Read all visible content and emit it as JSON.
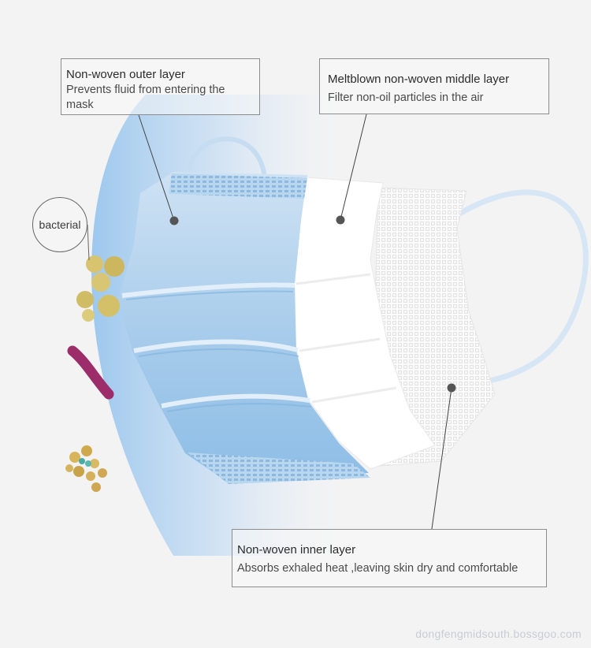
{
  "callouts": {
    "outer": {
      "title": "Non-woven outer layer",
      "text": "Prevents fluid from entering the mask"
    },
    "middle": {
      "title": "Meltblown non-woven middle layer",
      "text": "Filter non-oil particles in the air"
    },
    "inner": {
      "title": "Non-woven inner layer",
      "text": "Absorbs exhaled heat ,leaving skin dry and comfortable"
    }
  },
  "bacteria_label": "bacterial",
  "watermark": "dongfengmidsouth.bossgoo.com",
  "colors": {
    "mask_blue": "#9fc6e8",
    "mask_blue_light": "#c9def3",
    "meltblown_white": "#ffffff",
    "inner_mesh": "#f6f6f6",
    "pointer": "#444444"
  }
}
